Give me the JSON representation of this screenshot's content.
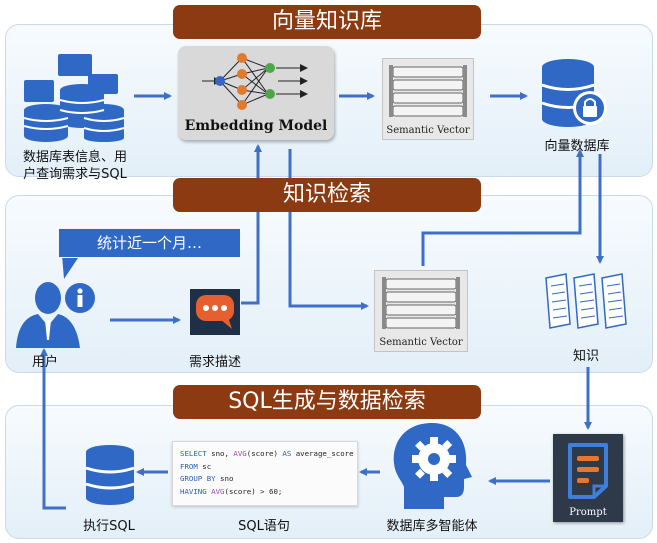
{
  "sections": {
    "vector_kb": "向量知识库",
    "retrieval": "知识检索",
    "sql_gen": "SQL生成与数据检索"
  },
  "nodes": {
    "db_info_line1": "数据库表信息、用",
    "db_info_line2": "户查询需求与SQL",
    "embedding_model": "Embedding Model",
    "semantic_vector_top": "Semantic Vector",
    "vector_db": "向量数据库",
    "speech_text": "统计近一个月…",
    "user": "用户",
    "requirement": "需求描述",
    "semantic_vector_mid": "Semantic Vector",
    "knowledge": "知识",
    "prompt": "Prompt",
    "agents": "数据库多智能体",
    "sql_statement": "SQL语句",
    "execute_sql": "执行SQL"
  },
  "sql_code": {
    "line1_kw1": "SELECT",
    "line1_t1": " sno, ",
    "line1_fn1": "AVG",
    "line1_t2": "(score) ",
    "line1_kw2": "AS",
    "line1_t3": " average_score",
    "line2_kw": "FROM",
    "line2_t": " sc",
    "line3_kw": "GROUP BY",
    "line3_t": " sno",
    "line4_kw": "HAVING",
    "line4_t1": " ",
    "line4_fn": "AVG",
    "line4_t2": "(score) > 60;"
  },
  "colors": {
    "banner": "#8b3a12",
    "arrow": "#3f6fc7",
    "icon_blue": "#2f68c5",
    "panel_border": "#c9dbe9"
  },
  "icons": [
    "database-stack-icon",
    "neural-network-icon",
    "semantic-vector-icon",
    "lock-database-icon",
    "user-icon",
    "info-icon",
    "chat-icon",
    "document-icon",
    "prompt-doc-icon",
    "head-gear-icon",
    "database-icon"
  ]
}
